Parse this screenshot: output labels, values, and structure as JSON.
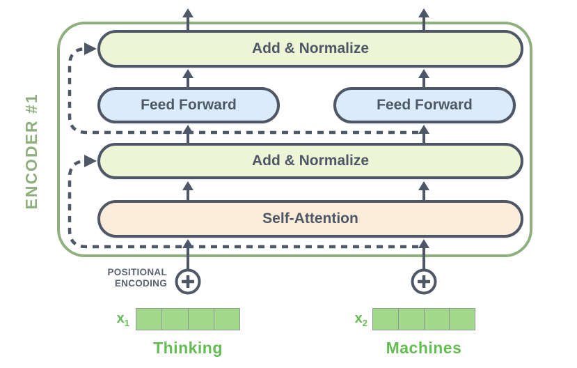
{
  "colors": {
    "slate": "#4d5765",
    "encoder-green": "#8fb07e",
    "add-norm-fill": "#edf5d6",
    "feed-forward-fill": "#dcebf9",
    "self-attention-fill": "#fcecda",
    "cell-fill": "#a3d98c",
    "cell-border": "#8e9a92",
    "word-green": "#63bd52",
    "label-gray": "#5a6370"
  },
  "encoder": {
    "label": "ENCODER #1",
    "layers": {
      "add_normalize_top": "Add & Normalize",
      "feed_forward_left": "Feed Forward",
      "feed_forward_right": "Feed Forward",
      "add_normalize_bottom": "Add & Normalize",
      "self_attention": "Self-Attention"
    }
  },
  "positional_encoding": {
    "line1": "POSITIONAL",
    "line2": "ENCODING"
  },
  "inputs": [
    {
      "symbol": "x",
      "subscript": "1",
      "word": "Thinking",
      "cells": 4
    },
    {
      "symbol": "x",
      "subscript": "2",
      "word": "Machines",
      "cells": 4
    }
  ]
}
